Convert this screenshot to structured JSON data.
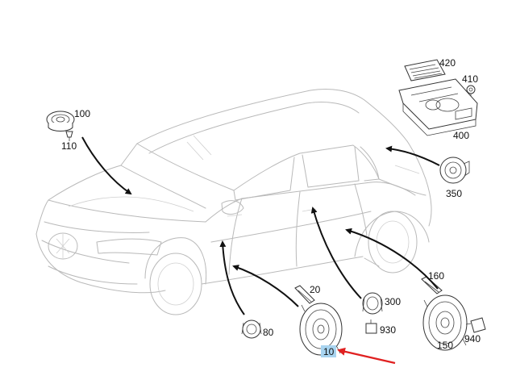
{
  "callouts": {
    "c100": "100",
    "c110": "110",
    "c420": "420",
    "c410": "410",
    "c400": "400",
    "c350": "350",
    "c20": "20",
    "c300": "300",
    "c160": "160",
    "c80": "80",
    "c930": "930",
    "c940": "940",
    "c150": "150",
    "c10": "10"
  },
  "colors": {
    "highlight": "#a8d4f0",
    "pointer": "#e02020",
    "arrow": "#111111"
  }
}
